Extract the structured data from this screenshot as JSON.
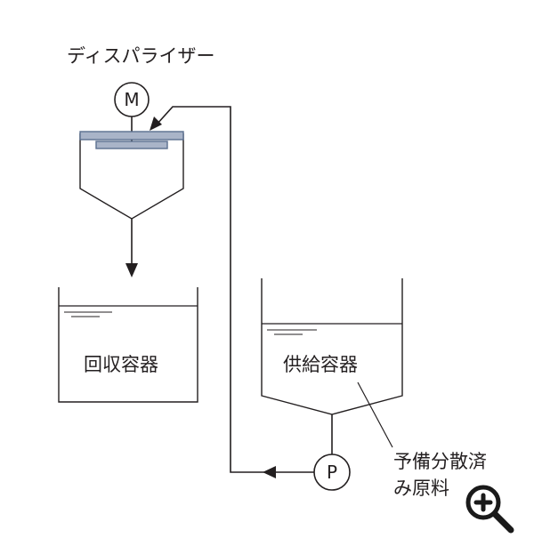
{
  "labels": {
    "disperser": "ディスパライザー",
    "motor": "M",
    "pump": "P",
    "recovery_container": "回収容器",
    "supply_container": "供給容器",
    "material_line1": "予備分散済",
    "material_line2": "み原料"
  },
  "icons": {
    "zoom": "zoom-in-icon"
  },
  "colors": {
    "line": "#231f20",
    "plate": "#a9b4c8",
    "plate_stroke": "#5a6f8f"
  }
}
